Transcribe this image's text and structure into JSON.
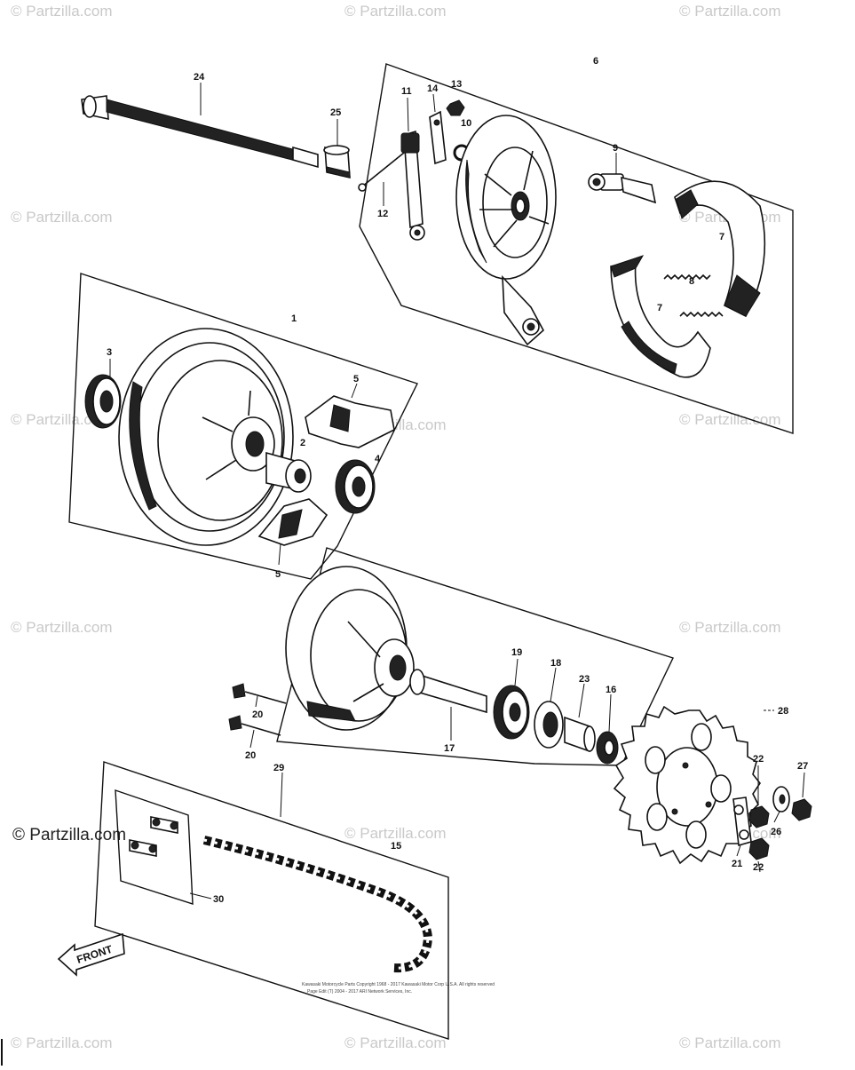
{
  "watermark": "© Partzilla.com",
  "copyright": {
    "line1": "Kawasaki Motorcycle Parts Copyright 1968 - 2017 Kawasaki Motor Corp U.S.A. All rights reserved",
    "line2": "Page Edit (T) 2004 - 2017 ARI Network Services, Inc."
  },
  "front_label": "FRONT",
  "callouts": {
    "c1": "1",
    "c2": "2",
    "c3": "3",
    "c4": "4",
    "c5a": "5",
    "c5b": "5",
    "c6": "6",
    "c7a": "7",
    "c7b": "7",
    "c8": "8",
    "c9": "9",
    "c10": "10",
    "c11": "11",
    "c12": "12",
    "c13": "13",
    "c14": "14",
    "c15": "15",
    "c16": "16",
    "c17": "17",
    "c18": "18",
    "c19": "19",
    "c20a": "20",
    "c20b": "20",
    "c21": "21",
    "c22a": "22",
    "c22b": "22",
    "c23": "23",
    "c24": "24",
    "c25": "25",
    "c26": "26",
    "c27": "27",
    "c28": "28",
    "c29": "29",
    "c30": "30"
  }
}
